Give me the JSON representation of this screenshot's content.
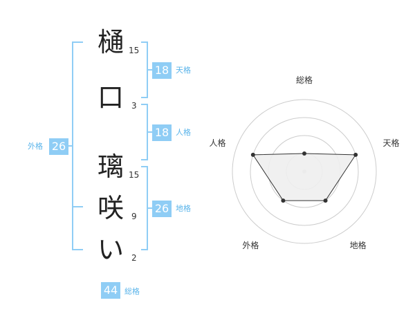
{
  "name": {
    "chars": [
      {
        "char": "樋",
        "strokes": "15"
      },
      {
        "char": "口",
        "strokes": "3"
      },
      {
        "char": "璃",
        "strokes": "15"
      },
      {
        "char": "咲",
        "strokes": "9"
      },
      {
        "char": "い",
        "strokes": "2"
      }
    ]
  },
  "fortune": {
    "tenkaku": {
      "value": "18",
      "label": "天格"
    },
    "jinkaku": {
      "value": "18",
      "label": "人格"
    },
    "chikaku": {
      "value": "26",
      "label": "地格"
    },
    "gaikaku": {
      "value": "26",
      "label": "外格"
    },
    "soukaku": {
      "value": "44",
      "label": "総格"
    }
  },
  "chart_data": {
    "type": "radar",
    "axes": [
      "総格",
      "天格",
      "地格",
      "外格",
      "人格"
    ],
    "values": [
      1,
      3,
      2,
      2,
      3
    ],
    "max": 4,
    "colors": {
      "fill": "#eeeeee",
      "line": "#333333",
      "grid": "#cccccc"
    }
  },
  "colors": {
    "accent": "#8fcdf5",
    "accent_text": "#5ab4ea"
  }
}
